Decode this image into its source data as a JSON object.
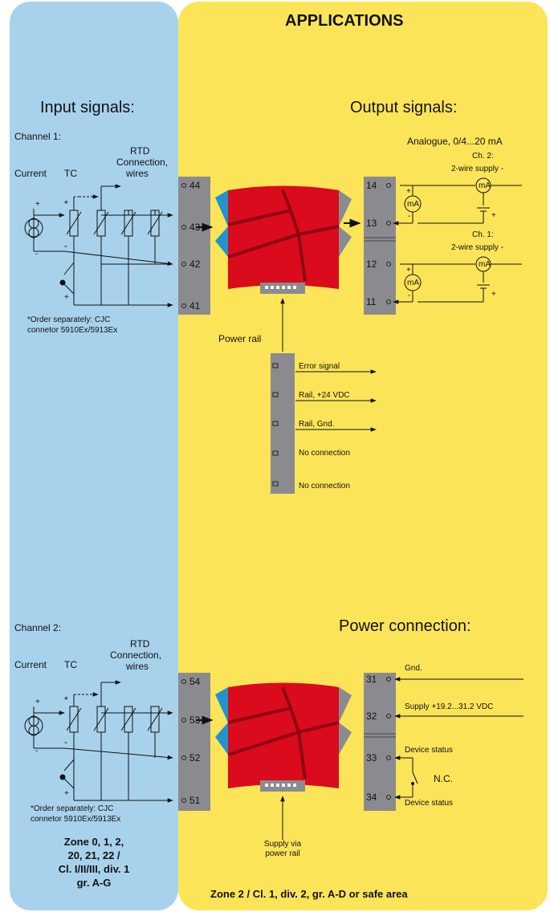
{
  "header": {
    "title": "APPLICATIONS"
  },
  "left": {
    "input_signals": "Input signals:",
    "channel1": "Channel 1:",
    "channel2": "Channel 2:",
    "rtd": "RTD",
    "connection_wires_1": "Connection,",
    "connection_wires_2": "wires",
    "current": "Current",
    "tc": "TC",
    "cjc_note_1": "*Order separately: CJC",
    "cjc_note_2": "connetor 5910Ex/5913Ex",
    "zone_1": "Zone 0, 1, 2,",
    "zone_2": "20, 21, 22 /",
    "zone_3": "Cl. I/II/III, div. 1",
    "zone_4": "gr. A-G"
  },
  "right": {
    "output_signals": "Output signals:",
    "analogue": "Analogue, 0/4...20 mA",
    "ch2": "Ch. 2:",
    "ch1": "Ch. 1:",
    "two_wire": "2-wire supply -",
    "ma": "mA",
    "power_rail": "Power rail",
    "error_signal": "Error signal",
    "rail_24": "Rail, +24 VDC",
    "rail_gnd": "Rail, Gnd.",
    "no_connection": "No connection",
    "power_connection": "Power connection:",
    "gnd": "Gnd.",
    "supply": "Supply +19.2...31.2 VDC",
    "device_status": "Device status",
    "nc": "N.C.",
    "supply_via_1": "Supply via",
    "supply_via_2": "power rail",
    "zone_right": "Zone 2 / Cl. 1, div. 2, gr. A-D or safe area"
  },
  "terminals": {
    "in1": [
      "44",
      "43",
      "42",
      "41"
    ],
    "in2": [
      "54",
      "53",
      "52",
      "51"
    ],
    "out": [
      "14",
      "13",
      "12",
      "11"
    ],
    "pwr": [
      "31",
      "32",
      "33",
      "34"
    ]
  },
  "signs": {
    "plus": "+",
    "minus": "-",
    "star": "*"
  },
  "colors": {
    "blue_zone": "#a8d2ec",
    "yellow_zone": "#fce459",
    "module_red": "#d90b1c",
    "terminal_grey": "#8b8b8f",
    "wing_blue": "#2294cc"
  }
}
